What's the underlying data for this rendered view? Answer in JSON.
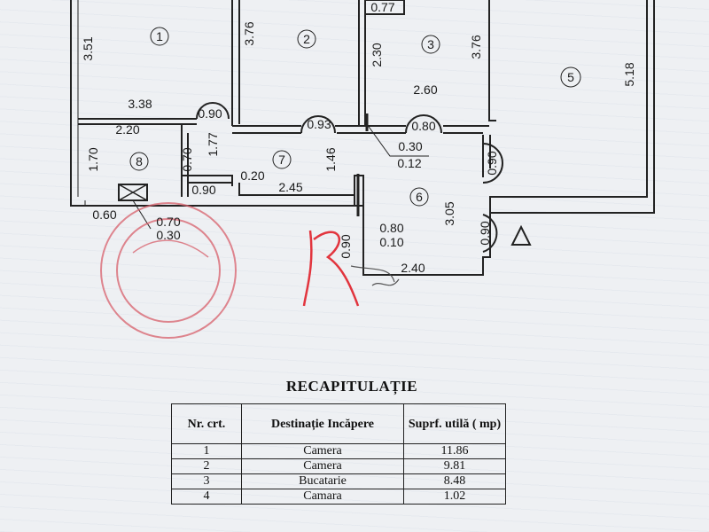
{
  "plan": {
    "dimensions": {
      "d_351": "3.51",
      "d_376a": "3.76",
      "d_077": "0.77",
      "d_230": "2.30",
      "d_376b": "3.76",
      "d_518": "5.18",
      "d_260": "2.60",
      "d_338": "3.38",
      "d_220": "2.20",
      "d_090a": "0.90",
      "d_093": "0.93",
      "d_080a": "0.80",
      "d_030a": "0.30",
      "d_012": "0.12",
      "d_170": "1.70",
      "d_070a": "0.70",
      "d_177": "1.77",
      "d_146": "1.46",
      "d_090b": "0.90",
      "d_020": "0.20",
      "d_245": "2.45",
      "d_090c": "0.90",
      "d_305": "3.05",
      "d_060": "0.60",
      "d_070b": "0.70",
      "d_030b": "0.30",
      "d_080b": "0.80",
      "d_010": "0.10",
      "d_090d": "0.90",
      "d_090e": "0.90",
      "d_240": "2.40"
    },
    "rooms": {
      "r1": "1",
      "r2": "2",
      "r3": "3",
      "r5": "5",
      "r6": "6",
      "r7": "7",
      "r8": "8"
    },
    "colors": {
      "stamp": "#d8606c",
      "signature": "#e0202a",
      "ink": "#1a1a1a"
    }
  },
  "recap": {
    "title": "RECAPITULAȚIE",
    "headers": {
      "nr": "Nr. crt.",
      "dest": "Destinație Incăpere",
      "surf": "Suprf. utilă ( mp)"
    },
    "rows": [
      {
        "nr": "1",
        "dest": "Camera",
        "surf": "11.86"
      },
      {
        "nr": "2",
        "dest": "Camera",
        "surf": "9.81"
      },
      {
        "nr": "3",
        "dest": "Bucatarie",
        "surf": "8.48"
      },
      {
        "nr": "4",
        "dest": "Camara",
        "surf": "1.02"
      }
    ]
  }
}
